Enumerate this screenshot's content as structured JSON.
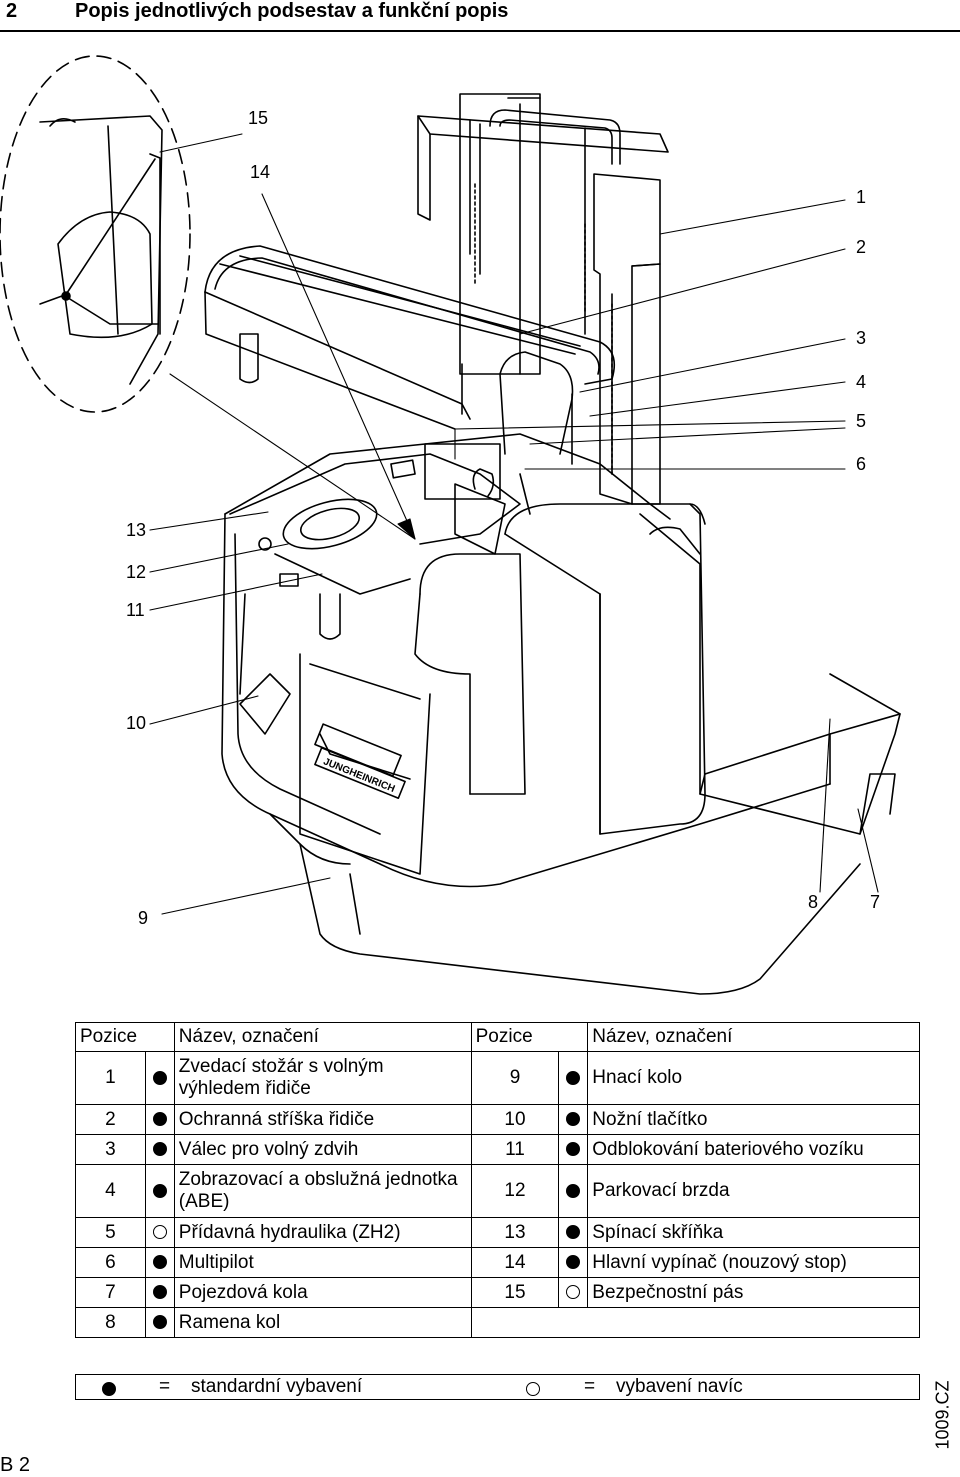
{
  "header": {
    "chapter_number": "2",
    "chapter_title": "Popis jednotlivých podsestav a funkční popis"
  },
  "figure": {
    "callouts": [
      "15",
      "14",
      "1",
      "2",
      "3",
      "4",
      "5",
      "6",
      "13",
      "12",
      "11",
      "10",
      "9",
      "8",
      "7"
    ],
    "brand_text": "JUNGHEINRICH"
  },
  "legend_table": {
    "headers": [
      "Pozice",
      "Název, označení",
      "Pozice",
      "Název, označení"
    ],
    "rows": [
      {
        "left_pos": "1",
        "left_type": "standard",
        "left_name": "Zvedací stožár s volným výhledem řidiče",
        "right_pos": "9",
        "right_type": "standard",
        "right_name": "Hnací kolo"
      },
      {
        "left_pos": "2",
        "left_type": "standard",
        "left_name": "Ochranná stříška řidiče",
        "right_pos": "10",
        "right_type": "standard",
        "right_name": "Nožní tlačítko"
      },
      {
        "left_pos": "3",
        "left_type": "standard",
        "left_name": "Válec pro volný zdvih",
        "right_pos": "11",
        "right_type": "standard",
        "right_name": "Odblokování bateriového vozíku"
      },
      {
        "left_pos": "4",
        "left_type": "standard",
        "left_name": "Zobrazovací a obslužná jednotka (ABE)",
        "right_pos": "12",
        "right_type": "standard",
        "right_name": "Parkovací brzda"
      },
      {
        "left_pos": "5",
        "left_type": "optional",
        "left_name": "Přídavná hydraulika (ZH2)",
        "right_pos": "13",
        "right_type": "standard",
        "right_name": "Spínací skříňka"
      },
      {
        "left_pos": "6",
        "left_type": "standard",
        "left_name": "Multipilot",
        "right_pos": "14",
        "right_type": "standard",
        "right_name": "Hlavní vypínač (nouzový stop)"
      },
      {
        "left_pos": "7",
        "left_type": "standard",
        "left_name": "Pojezdová kola",
        "right_pos": "15",
        "right_type": "optional",
        "right_name": "Bezpečnostní pás"
      },
      {
        "left_pos": "8",
        "left_type": "standard",
        "left_name": "Ramena kol",
        "right_pos": "",
        "right_type": "",
        "right_name": ""
      }
    ]
  },
  "key": {
    "equals": "=",
    "standard_label": "standardní vybavení",
    "optional_label": "vybavení navíc"
  },
  "doc_code": "1009.CZ",
  "page_id": "B 2"
}
